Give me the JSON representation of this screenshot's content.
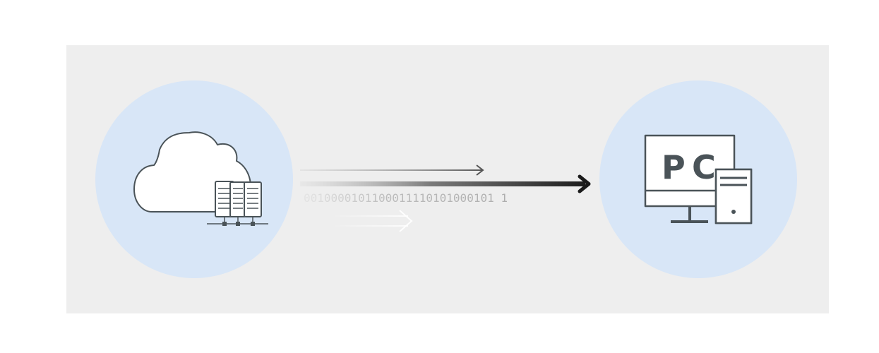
{
  "diagram": {
    "binary_stream": "0010000101100011110101000101 1",
    "pc_label_1": "P",
    "pc_label_2": "C",
    "colors": {
      "panel_background": "#eeeeee",
      "circle_fill": "#d8e6f7",
      "icon_stroke": "#4a5358",
      "arrow_dark": "#1a1a1a",
      "binary_text": "#bbbbbb"
    },
    "icons": {
      "source": "cloud-server-icon",
      "destination": "desktop-pc-icon"
    }
  }
}
